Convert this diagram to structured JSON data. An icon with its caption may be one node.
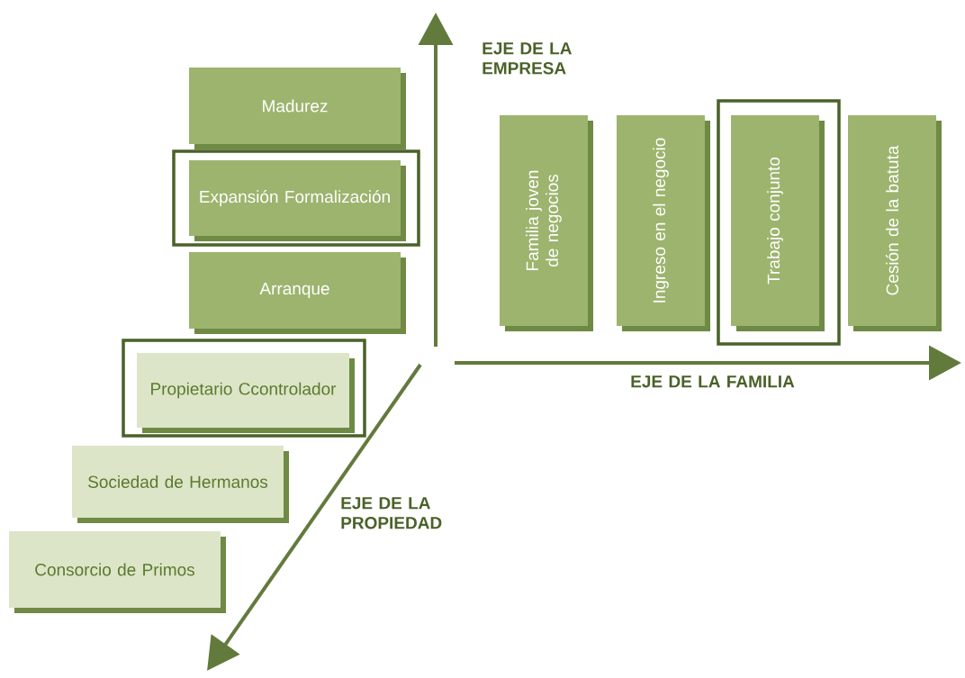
{
  "diagram": {
    "nodes": [
      {
        "text": [
          "Madurez"
        ]
      },
      {
        "text": [
          "Expansión Formalización"
        ]
      },
      {
        "text": [
          "Arranque"
        ]
      },
      {
        "text": [
          "Propietario Ccontrolador"
        ]
      },
      {
        "text": [
          "Sociedad de Hermanos"
        ]
      },
      {
        "text": [
          "Consorcio de Primos"
        ]
      },
      {
        "text": [
          "Familia joven de negocios"
        ]
      },
      {
        "text": [
          "Ingreso en el negocio"
        ]
      },
      {
        "text": [
          "Trabajo conjunto"
        ]
      },
      {
        "text": [
          "Cesión de la batuta"
        ]
      }
    ],
    "labels": [
      "EJE DE LA EMPRESA",
      "EJE DE LA FAMILIA",
      "EJE DE LA PROPIEDAD"
    ]
  }
}
